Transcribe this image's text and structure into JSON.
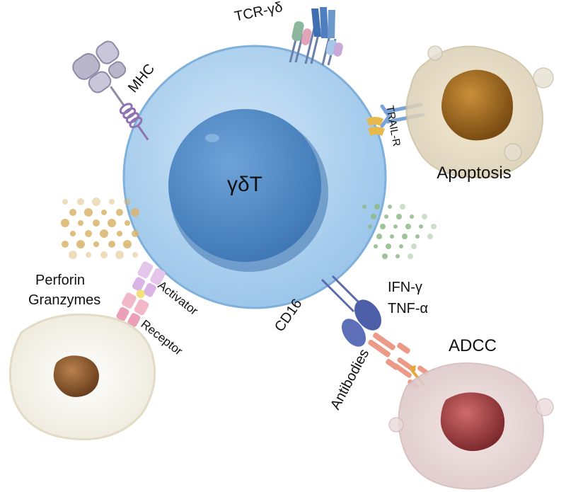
{
  "cell": {
    "label": "γδT"
  },
  "labels": {
    "tcr": "TCR-γδ",
    "mhc": "MHC",
    "trail": "TRAIL-R",
    "apoptosis": "Apoptosis",
    "perforin": "Perforin",
    "granzymes": "Granzymes",
    "activator": "Activator",
    "receptor": "Receptor",
    "ifn": "IFN-γ",
    "tnf": "TNF-α",
    "cd16": "CD16",
    "antibodies": "Antibodies",
    "adcc": "ADCC"
  },
  "colors": {
    "membrane": "#b5d7f0",
    "cytoplasm": "#a9cdec",
    "nucleus": "#5d93cc",
    "apoptosis_cell": "#c89a4e",
    "adcc_cell": "#b94a4f",
    "perforin_dots": "#d9b46a",
    "cytokine_dots": "#8fb88a"
  }
}
